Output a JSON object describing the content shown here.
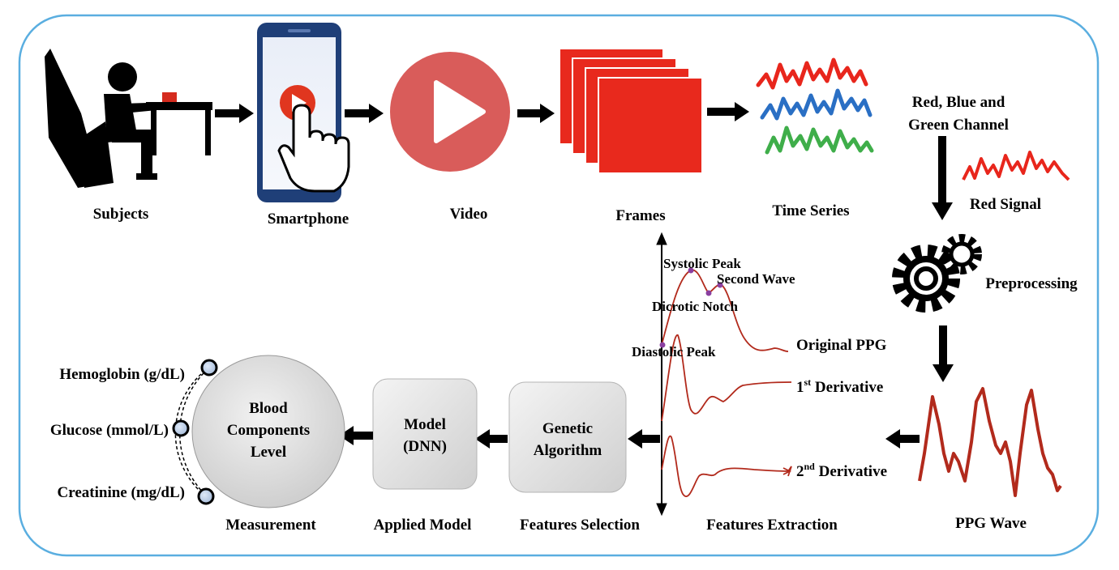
{
  "stages": {
    "subjects": "Subjects",
    "smartphone": "Smartphone",
    "video": "Video",
    "frames": "Frames",
    "time_series": "Time Series",
    "rgb_channel_line1": "Red, Blue and",
    "rgb_channel_line2": "Green Channel",
    "red_signal": "Red Signal",
    "preprocessing": "Preprocessing",
    "ppg_wave": "PPG Wave",
    "features_extraction": "Features Extraction",
    "features_selection": "Features Selection",
    "applied_model": "Applied Model",
    "measurement": "Measurement"
  },
  "ppg_annotations": {
    "systolic_peak": "Systolic Peak",
    "second_wave": "Second Wave",
    "dicrotic_notch": "Dicrotic Notch",
    "diastolic_peak": "Diastolic Peak",
    "original_ppg": "Original PPG",
    "first_derivative_base": "1",
    "first_derivative_sup": "st",
    "first_derivative_rest": " Derivative",
    "second_derivative_base": "2",
    "second_derivative_sup": "nd",
    "second_derivative_rest": " Derivative"
  },
  "boxes": {
    "genetic_line1": "Genetic",
    "genetic_line2": "Algorithm",
    "model_line1": "Model",
    "model_line2": "(DNN)",
    "blood_line1": "Blood",
    "blood_line2": "Components",
    "blood_line3": "Level"
  },
  "outputs": {
    "hemoglobin": "Hemoglobin (g/dL)",
    "glucose": "Glucose (mmol/L)",
    "creatinine": "Creatinine (mg/dL)"
  },
  "colors": {
    "frame_border": "#5aaee0",
    "red_channel": "#e8261c",
    "blue_channel": "#2a6fc4",
    "green_channel": "#3fae4a",
    "ppg_curve": "#b22a1c",
    "video_circle": "#d95c5a",
    "frames_fill": "#e8291d",
    "phone_body": "#1f3f78",
    "marker": "#8a3fa0"
  },
  "icons": {
    "subject": "seated-person-icon",
    "phone": "smartphone-icon",
    "touch": "pointing-hand-icon",
    "play": "play-icon",
    "gear": "gear-icon"
  }
}
